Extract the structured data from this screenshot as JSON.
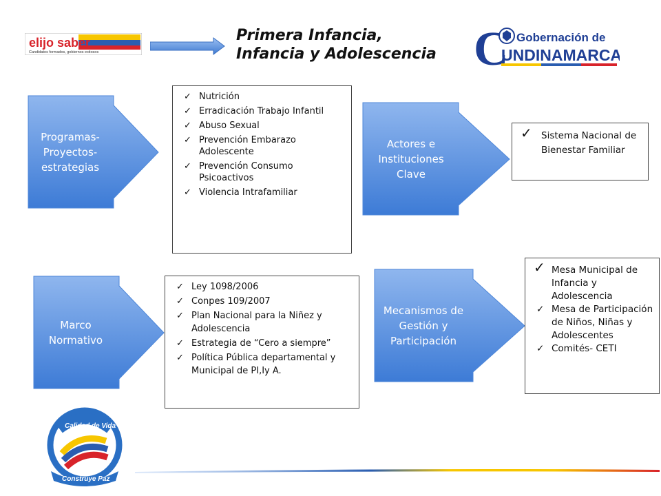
{
  "header": {
    "logo_left": {
      "text": "elijo saber",
      "tagline": "Candidatos formados, gobiernos exitosos"
    },
    "title_line1": "Primera Infancia,",
    "title_line2": "Infancia y Adolescencia",
    "logo_right": {
      "text_top": "Gobernación de",
      "text_bottom": "UNDINAMARCA",
      "big_letter": "C"
    }
  },
  "arrows": {
    "programas": {
      "label": "Programas-Proyectos-estrategias"
    },
    "actores": {
      "label": "Actores e Instituciones Clave"
    },
    "marco": {
      "label": "Marco Normativo"
    },
    "mecanismos": {
      "label": "Mecanismos de Gestión y Participación"
    }
  },
  "boxes": {
    "programas": [
      "Nutrición",
      "Erradicación Trabajo Infantil",
      "Abuso Sexual",
      "Prevención Embarazo Adolescente",
      "Prevención Consumo Psicoactivos",
      "Violencia Intrafamiliar"
    ],
    "actores": [
      "Sistema Nacional de Bienestar Familiar"
    ],
    "marco": [
      "Ley 1098/2006",
      "Conpes 109/2007",
      "Plan Nacional para la Niñez y Adolescencia",
      "Estrategia de “Cero a siempre”",
      "Política Pública departamental y Municipal de PI,Iy A."
    ],
    "mecanismos": [
      "Mesa Municipal de Infancia y Adolescencia",
      "Mesa de Participación de Niños, Niñas y Adolescentes",
      "Comités- CETI"
    ]
  },
  "footer": {
    "logo": {
      "text_top": "Calidad de Vida",
      "text_bottom": "Construye Paz"
    }
  },
  "colors": {
    "arrow_blue_light": "#8fb6ee",
    "arrow_blue_dark": "#3d7bd6",
    "flag_yellow": "#f7c600",
    "flag_blue": "#2a5db0",
    "flag_red": "#d8232a"
  }
}
